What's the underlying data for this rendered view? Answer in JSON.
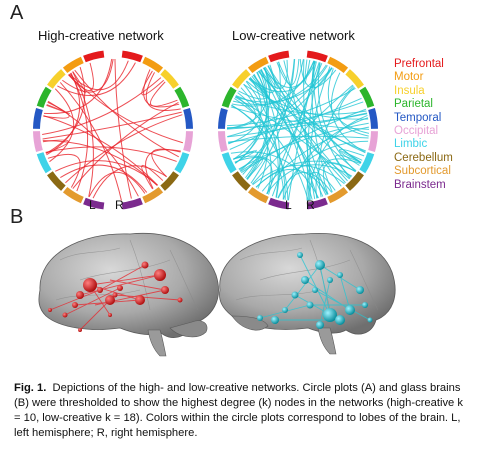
{
  "panel_a": {
    "letter": "A",
    "left_title": "High-creative network",
    "right_title": "Low-creative network",
    "hemisphere_left": "L",
    "hemisphere_right": "R",
    "high_color": "#e8232a",
    "low_color": "#22c6d4"
  },
  "legend": [
    {
      "label": "Prefrontal",
      "color": "#e41a1c"
    },
    {
      "label": "Motor",
      "color": "#f39c12"
    },
    {
      "label": "Insula",
      "color": "#f7d02c"
    },
    {
      "label": "Parietal",
      "color": "#2cb52c"
    },
    {
      "label": "Temporal",
      "color": "#2458c4"
    },
    {
      "label": "Occipital",
      "color": "#e7a3d6"
    },
    {
      "label": "Limbic",
      "color": "#3fd3e8"
    },
    {
      "label": "Cerebellum",
      "color": "#8b6914"
    },
    {
      "label": "Subcortical",
      "color": "#e39a2e"
    },
    {
      "label": "Brainstem",
      "color": "#7b2a8e"
    }
  ],
  "panel_b": {
    "letter": "B"
  },
  "caption": {
    "lead": "Fig. 1.",
    "text": "Depictions of the high- and low-creative networks. Circle plots (A) and glass brains (B) were thresholded to show the highest degree (k) nodes in the networks (high-creative k = 10, low-creative k = 18). Colors within the circle plots correspond to lobes of the brain. L, left hemisphere; R, right hemisphere."
  }
}
